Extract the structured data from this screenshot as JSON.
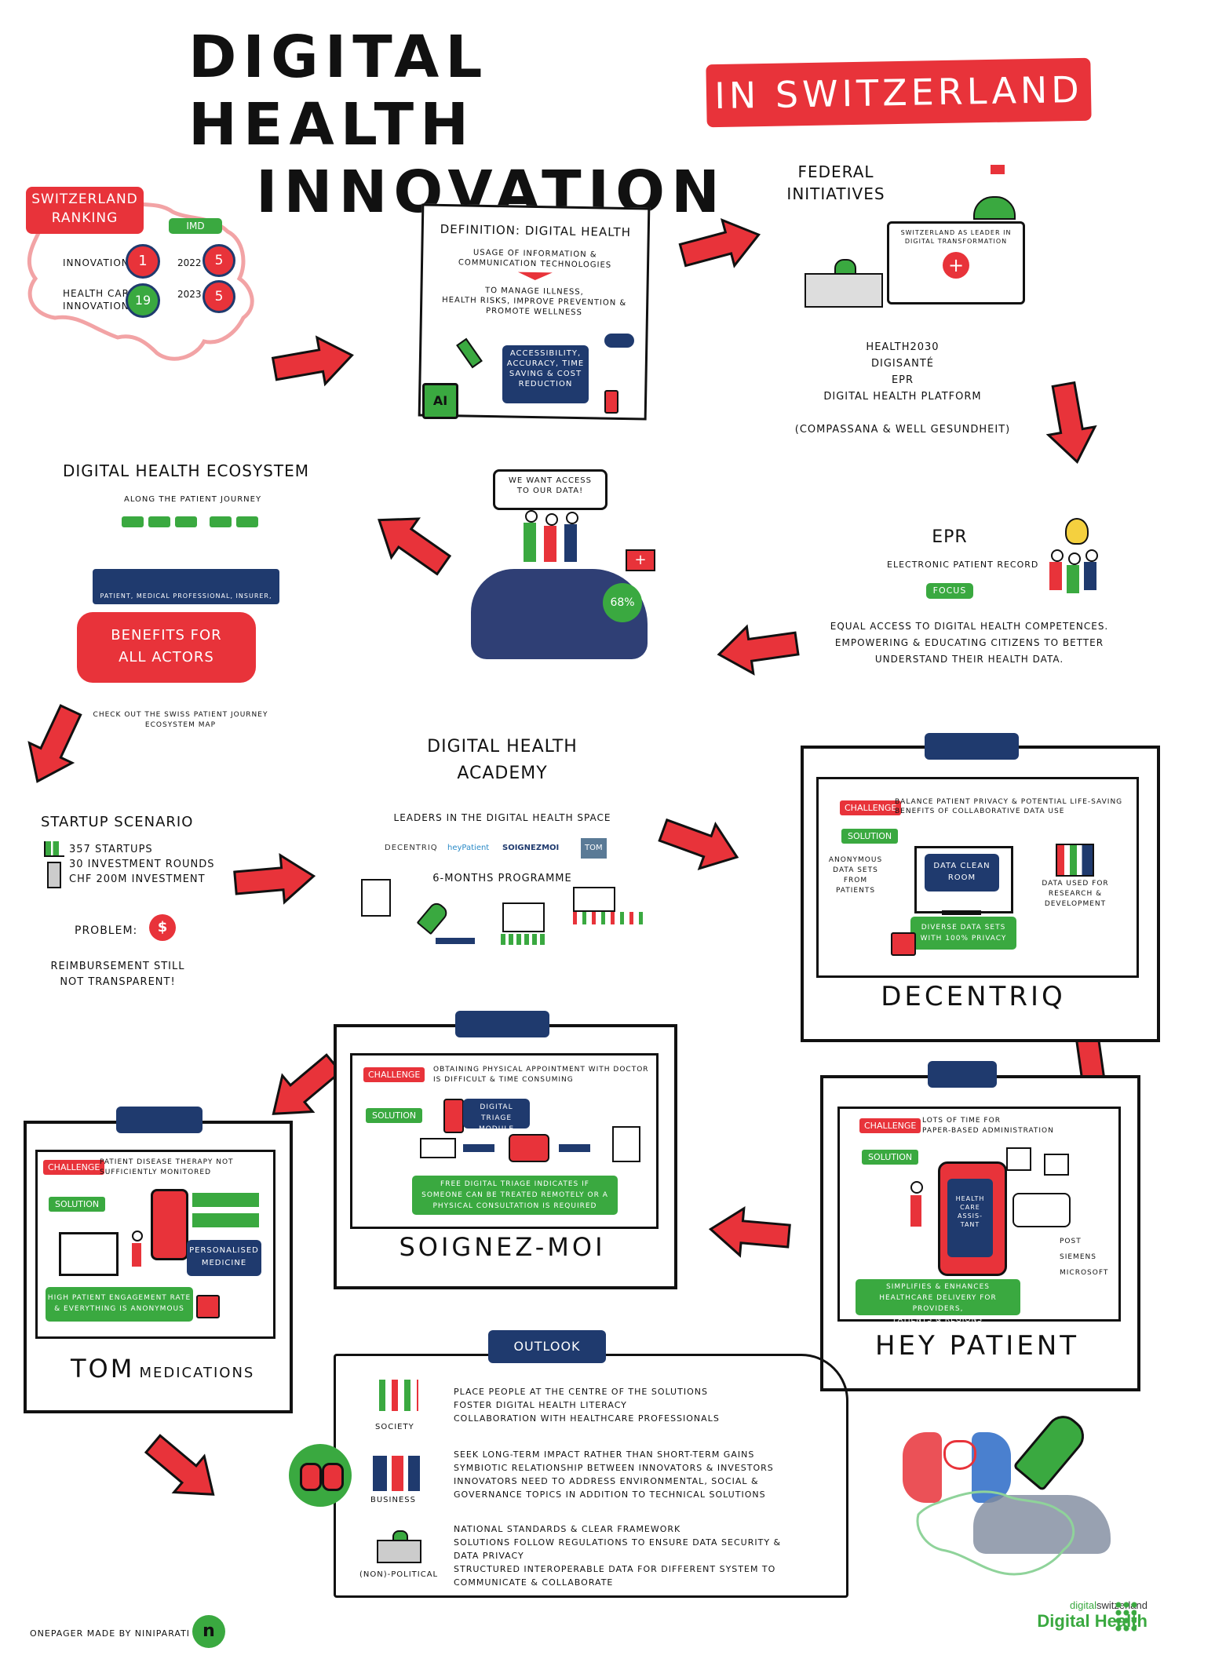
{
  "title": {
    "line1": "DIGITAL HEALTH",
    "line2": "INNOVATION",
    "banner": "IN SWITZERLAND"
  },
  "ranking": {
    "label_line1": "SWITZERLAND",
    "label_line2": "RANKING",
    "imd": "IMD",
    "innovation": "INNOVATION",
    "innovation_rank": "1",
    "year_2022": "2022",
    "rank_2022": "5",
    "healthcare_line1": "HEALTH CARE",
    "healthcare_line2": "INNOVATION",
    "healthcare_rank": "19",
    "year_2023": "2023",
    "rank_2023": "5"
  },
  "definition": {
    "title": "DEFINITION: DIGITAL HEALTH",
    "line1": "USAGE OF INFORMATION &",
    "line2": "COMMUNICATION TECHNOLOGIES",
    "line3": "TO MANAGE ILLNESS,",
    "line4": "HEALTH RISKS, IMPROVE PREVENTION &",
    "line5": "PROMOTE WELLNESS",
    "box1": "ACCESSIBILITY,",
    "box2": "ACCURACY, TIME",
    "box3": "SAVING & COST",
    "box4": "REDUCTION",
    "ai": "AI"
  },
  "federal": {
    "title1": "FEDERAL",
    "title2": "INITIATIVES",
    "speech1": "SWITZERLAND AS LEADER IN",
    "speech2": "DIGITAL TRANSFORMATION",
    "item1": "HEALTH2030",
    "item2": "DIGISANTÉ",
    "item3": "EPR",
    "item4": "DIGITAL HEALTH PLATFORM",
    "item5": "(COMPASSANA & WELL GESUNDHEIT)"
  },
  "epr": {
    "title": "EPR",
    "subtitle": "ELECTRONIC PATIENT RECORD",
    "focus": "FOCUS",
    "line1": "EQUAL ACCESS TO DIGITAL HEALTH COMPETENCES.",
    "line2": "EMPOWERING & EDUCATING CITIZENS TO BETTER",
    "line3": "UNDERSTAND THEIR HEALTH DATA."
  },
  "cloud": {
    "speech1": "WE WANT ACCESS",
    "speech2": "TO OUR DATA!",
    "percent": "68%"
  },
  "ecosystem": {
    "title": "DIGITAL HEALTH ECOSYSTEM",
    "subtitle": "ALONG THE PATIENT JOURNEY",
    "stage": "PATIENT, MEDICAL PROFESSIONAL, INSURER, ETC.",
    "benefits1": "BENEFITS FOR",
    "benefits2": "ALL ACTORS",
    "check1": "CHECK OUT THE SWISS PATIENT JOURNEY",
    "check2": "ECOSYSTEM MAP"
  },
  "startup": {
    "title": "STARTUP SCENARIO",
    "stat1": "357 STARTUPS",
    "stat2": "30 INVESTMENT ROUNDS",
    "stat3": "CHF 200M INVESTMENT",
    "problem": "PROBLEM:",
    "problem_icon": "$",
    "issue1": "REIMBURSEMENT STILL",
    "issue2": "NOT TRANSPARENT!"
  },
  "academy": {
    "title1": "DIGITAL HEALTH",
    "title2": "ACADEMY",
    "subtitle": "LEADERS IN THE DIGITAL HEALTH SPACE",
    "logo1": "DECENTRIQ",
    "logo2": "heyPatient",
    "logo3": "SOIGNEZMOI",
    "logo4": "TOM",
    "programme": "6-MONTHS PROGRAMME"
  },
  "decentriq": {
    "challenge_tag": "CHALLENGE",
    "challenge1": "BALANCE PATIENT PRIVACY & POTENTIAL LIFE-SAVING",
    "challenge2": "BENEFITS OF COLLABORATIVE DATA USE",
    "solution_tag": "SOLUTION",
    "left1": "ANONYMOUS",
    "left2": "DATA SETS",
    "left3": "FROM",
    "left4": "PATIENTS",
    "room1": "DATA CLEAN",
    "room2": "ROOM",
    "right1": "DATA USED FOR",
    "right2": "RESEARCH &",
    "right3": "DEVELOPMENT",
    "green1": "DIVERSE DATA SETS",
    "green2": "WITH 100% PRIVACY",
    "name": "DECENTRIQ"
  },
  "soignez": {
    "challenge_tag": "CHALLENGE",
    "challenge1": "OBTAINING PHYSICAL APPOINTMENT WITH DOCTOR",
    "challenge2": "IS DIFFICULT & TIME CONSUMING",
    "solution_tag": "SOLUTION",
    "module1": "DIGITAL TRIAGE",
    "module2": "MODULE",
    "green1": "FREE DIGITAL TRIAGE INDICATES IF",
    "green2": "SOMEONE CAN BE TREATED REMOTELY OR A",
    "green3": "PHYSICAL CONSULTATION IS REQUIRED",
    "name": "SOIGNEZ-MOI"
  },
  "heypatient": {
    "challenge_tag": "CHALLENGE",
    "challenge1": "LOTS OF TIME FOR",
    "challenge2": "PAPER-BASED ADMINISTRATION",
    "solution_tag": "SOLUTION",
    "phone1": "HEALTH",
    "phone2": "CARE",
    "phone3": "ASSIS-",
    "phone4": "TANT",
    "partner1": "POST",
    "partner2": "SIEMENS",
    "partner3": "MICROSOFT",
    "green1": "SIMPLIFIES & ENHANCES",
    "green2": "HEALTHCARE DELIVERY FOR PROVIDERS,",
    "green3": "PATIENTS & REGIONS",
    "name": "HEY PATIENT"
  },
  "tom": {
    "challenge_tag": "CHALLENGE",
    "challenge1": "PATIENT DISEASE THERAPY NOT",
    "challenge2": "SUFFICIENTLY MONITORED",
    "solution_tag": "SOLUTION",
    "pm1": "PERSONALISED",
    "pm2": "MEDICINE",
    "green1": "HIGH PATIENT ENGAGEMENT RATE",
    "green2": "& EVERYTHING IS ANONYMOUS",
    "name_big": "TOM",
    "name_small": "MEDICATIONS"
  },
  "outlook": {
    "title": "OUTLOOK",
    "society": "SOCIETY",
    "s1": "PLACE PEOPLE AT THE CENTRE OF THE SOLUTIONS",
    "s2": "FOSTER DIGITAL HEALTH LITERACY",
    "s3": "COLLABORATION WITH HEALTHCARE PROFESSIONALS",
    "business": "BUSINESS",
    "b1": "SEEK LONG-TERM IMPACT RATHER THAN SHORT-TERM GAINS",
    "b2": "SYMBIOTIC RELATIONSHIP BETWEEN INNOVATORS & INVESTORS",
    "b3": "INNOVATORS NEED TO ADDRESS ENVIRONMENTAL, SOCIAL &",
    "b4": "GOVERNANCE TOPICS IN ADDITION TO TECHNICAL SOLUTIONS",
    "political": "(NON)-POLITICAL",
    "p1": "NATIONAL STANDARDS & CLEAR FRAMEWORK",
    "p2": "SOLUTIONS FOLLOW REGULATIONS TO ENSURE DATA SECURITY &",
    "p3": "DATA PRIVACY",
    "p4": "STRUCTURED INTEROPERABLE DATA FOR DIFFERENT SYSTEM TO",
    "p5": "COMMUNICATE & COLLABORATE"
  },
  "footer": {
    "credit": "ONEPAGER MADE BY NINIPARATI",
    "credit_logo": "n",
    "brand_small_a": "digital",
    "brand_small_b": "switzerland",
    "brand_big": "Digital Health"
  },
  "colors": {
    "red": "#e8333a",
    "green": "#3aa940",
    "navy": "#1f3a6e",
    "cloud": "#2f3f75"
  }
}
